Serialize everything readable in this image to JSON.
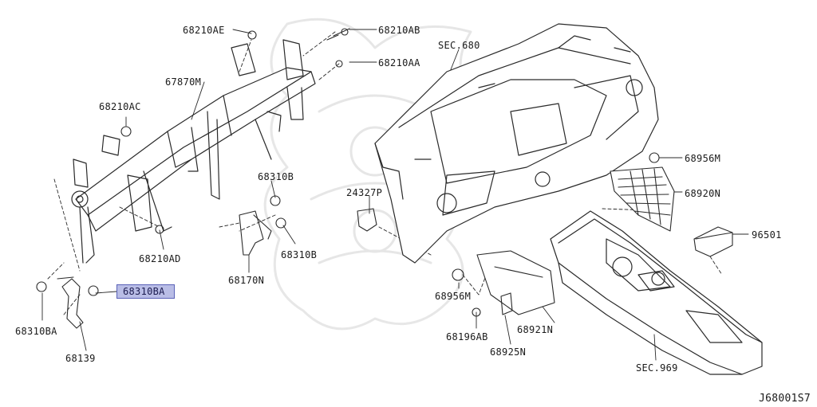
{
  "diagram_id": "J68001S7",
  "colors": {
    "highlight_fill": "#b9bde6",
    "highlight_border": "#5a62b8",
    "line": "#2a2a2a"
  },
  "highlighted_part": "68310BA",
  "labels": {
    "p68210AE": "68210AE",
    "p68210AB": "68210AB",
    "p68210AA": "68210AA",
    "p67870M": "67870M",
    "p68210AC": "68210AC",
    "p68310B_top": "68310B",
    "p68310B_bot": "68310B",
    "p68210AD": "68210AD",
    "p68170N": "68170N",
    "p24327P": "24327P",
    "sec680": "SEC.680",
    "p68956M_right": "68956M",
    "p68920N": "68920N",
    "p96501": "96501",
    "p68310BA_hl": "68310BA",
    "p68310BA": "68310BA",
    "p68139": "68139",
    "p68956M_left": "68956M",
    "p68196AB": "68196AB",
    "p68921N": "68921N",
    "p68925N": "68925N",
    "sec969": "SEC.969"
  }
}
